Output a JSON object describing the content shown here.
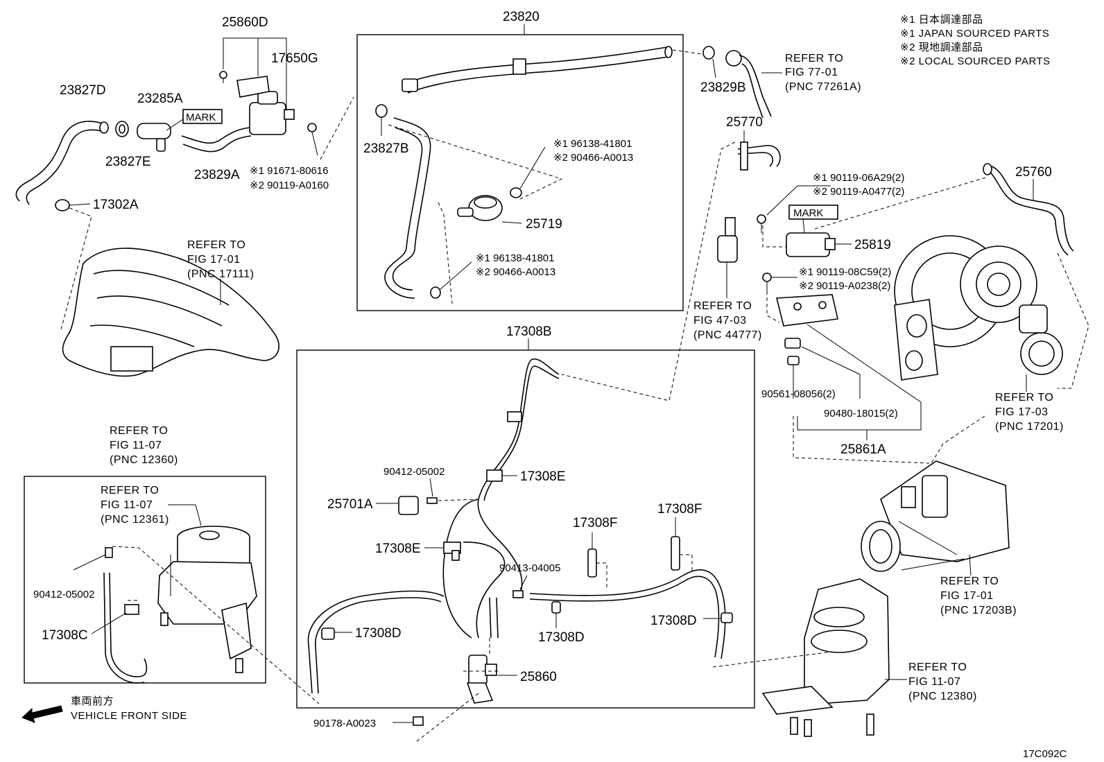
{
  "notes": [
    "※1  日本調達部品",
    "※1  JAPAN SOURCED PARTS",
    "※2  現地調達部品",
    "※2  LOCAL SOURCED PARTS"
  ],
  "part_labels": {
    "p23820": "23820",
    "p25860D": "25860D",
    "p17650G": "17650G",
    "p23827D": "23827D",
    "p23285A": "23285A",
    "mark1": "MARK",
    "p23827E": "23827E",
    "p23829A": "23829A",
    "p17302A": "17302A",
    "p23827B": "23827B",
    "p25719": "25719",
    "p23829B": "23829B",
    "p25770": "25770",
    "p25760": "25760",
    "mark2": "MARK",
    "p25819": "25819",
    "p17308B": "17308B",
    "p90561": "90561-08056(2)",
    "p90480": "90480-18015(2)",
    "p25861A": "25861A",
    "p90412a": "90412-05002",
    "p17308E1": "17308E",
    "p25701A": "25701A",
    "p17308E2": "17308E",
    "p17308F1": "17308F",
    "p17308F2": "17308F",
    "p90413": "90413-04005",
    "p17308D1": "17308D",
    "p17308D2": "17308D",
    "p17308D3": "17308D",
    "p25860": "25860",
    "p90178": "90178-A0023",
    "p90412b": "90412-05002",
    "p17308C": "17308C",
    "fig_code": "17C092C"
  },
  "alt_parts": {
    "a1": "※1  91671-80616",
    "a2": "※2  90119-A0160",
    "b1": "※1  96138-41801",
    "b2": "※2  90466-A0013",
    "c1": "※1  96138-41801",
    "c2": "※2  90466-A0013",
    "d1": "※1 90119-06A29(2)",
    "d2": "※2 90119-A0477(2)",
    "e1": "※1 90119-08C59(2)",
    "e2": "※2 90119-A0238(2)"
  },
  "refs": {
    "r1": [
      "REFER TO",
      "FIG 77-01",
      "(PNC 77261A)"
    ],
    "r2": [
      "REFER TO",
      "FIG 17-01",
      "(PNC 17111)"
    ],
    "r3": [
      "REFER TO",
      "FIG 47-03",
      "(PNC 44777)"
    ],
    "r4": [
      "REFER TO",
      "FIG 17-03",
      "(PNC 17201)"
    ],
    "r5": [
      "REFER TO",
      "FIG 11-07",
      "(PNC 12360)"
    ],
    "r6": [
      "REFER TO",
      "FIG 11-07",
      "(PNC 12361)"
    ],
    "r7": [
      "REFER TO",
      "FIG 17-01",
      "(PNC 17203B)"
    ],
    "r8": [
      "REFER TO",
      "FIG 11-07",
      "(PNC 12380)"
    ]
  },
  "front": {
    "jp": "車両前方",
    "en": "VEHICLE FRONT SIDE"
  }
}
